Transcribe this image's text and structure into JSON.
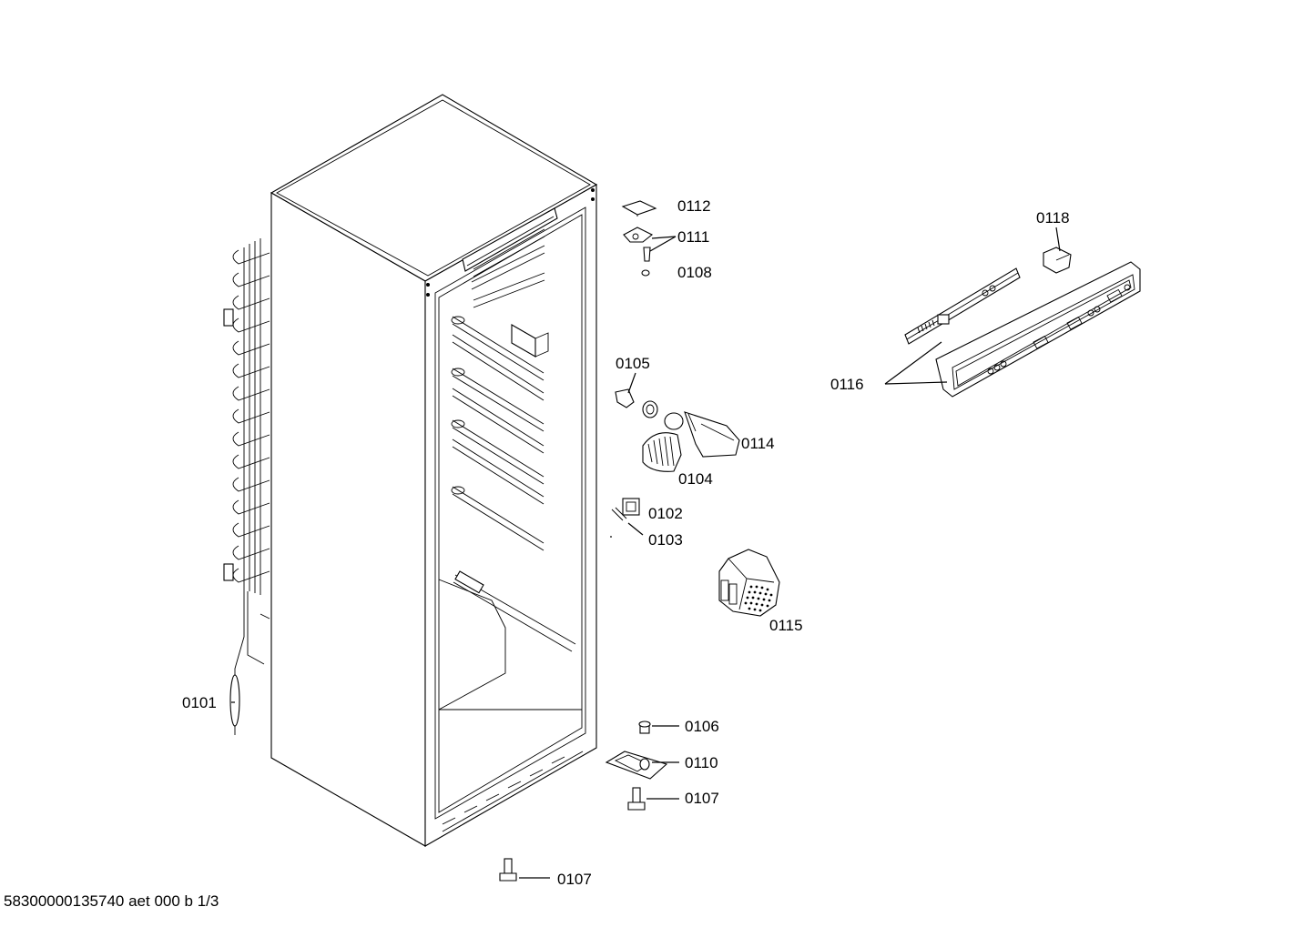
{
  "diagram": {
    "labels": {
      "p0112": "0112",
      "p0111": "0111",
      "p0108": "0108",
      "p0118": "0118",
      "p0105": "0105",
      "p0116": "0116",
      "p0114": "0114",
      "p0104": "0104",
      "p0102": "0102",
      "p0103": "0103",
      "p0115": "0115",
      "p0101": "0101",
      "p0106": "0106",
      "p0110": "0110",
      "p0107a": "0107",
      "p0107b": "0107"
    }
  },
  "footer": {
    "doc_id": "58300000135740 aet 000 b 1/3"
  }
}
